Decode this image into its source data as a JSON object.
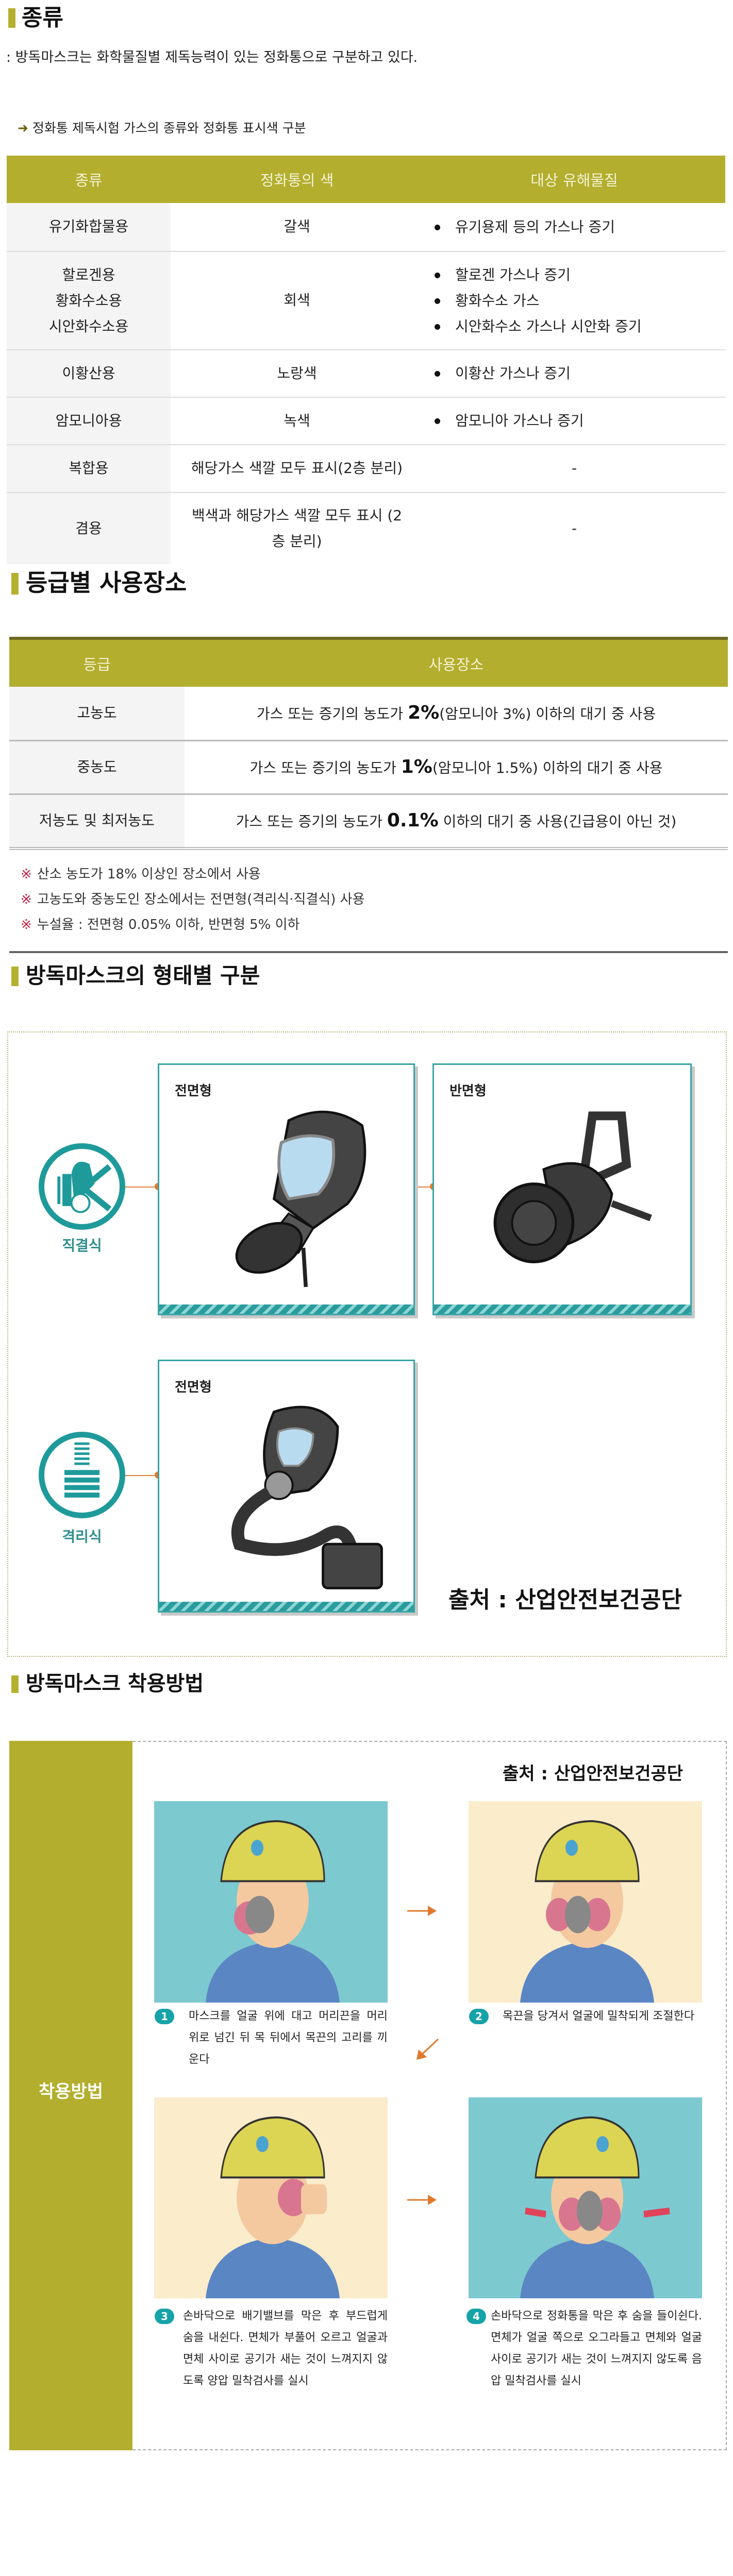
{
  "colors": {
    "accent": "#b3ae2d",
    "teal": "#1f9a9a",
    "orange": "#e07a2e"
  },
  "section1": {
    "title": "종류",
    "intro": ": 방독마스크는 화학물질별 제독능력이 있는 정화통으로 구분하고 있다.",
    "caption_arrow": "➜",
    "caption": "정화통 제독시험 가스의 종류와 정화통 표시색 구분",
    "table": {
      "headers": [
        "종류",
        "정화통의 색",
        "대상 유해물질"
      ],
      "rows": [
        {
          "type": [
            "유기화합물용"
          ],
          "color": "갈색",
          "targets": [
            "유기용제 등의 가스나 증기"
          ]
        },
        {
          "type": [
            "할로겐용",
            "황화수소용",
            "시안화수소용"
          ],
          "color": "회색",
          "targets": [
            "할로겐 가스나 증기",
            "황화수소 가스",
            "시안화수소 가스나 시안화 증기"
          ]
        },
        {
          "type": [
            "이황산용"
          ],
          "color": "노랑색",
          "targets": [
            "이황산 가스나 증기"
          ]
        },
        {
          "type": [
            "암모니아용"
          ],
          "color": "녹색",
          "targets": [
            "암모니아 가스나 증기"
          ]
        },
        {
          "type": [
            "복합용"
          ],
          "color": "해당가스 색깔 모두 표시(2층 분리)",
          "targets": [
            "-"
          ]
        },
        {
          "type": [
            "겸용"
          ],
          "color": "백색과 해당가스 색깔 모두 표시 (2층 분리)",
          "targets": [
            "-"
          ]
        }
      ]
    }
  },
  "section2": {
    "title": "등급별 사용장소",
    "table": {
      "headers": [
        "등급",
        "사용장소"
      ],
      "rows": [
        {
          "grade": "고농도",
          "pre": "가스 또는 증기의 농도가 ",
          "value": "2%",
          "post": "(암모니아 3%) 이하의 대기 중 사용"
        },
        {
          "grade": "중농도",
          "pre": "가스 또는 증기의 농도가 ",
          "value": "1%",
          "post": "(암모니아 1.5%) 이하의 대기 중 사용"
        },
        {
          "grade": "저농도 및 최저농도",
          "pre": "가스 또는 증기의 농도가 ",
          "value": "0.1%",
          "post": " 이하의 대기 중 사용(긴급용이 아닌 것)"
        }
      ]
    },
    "note_mark": "※",
    "notes": [
      "산소 농도가 18% 이상인 장소에서 사용",
      "고농도와 중농도인 장소에서는 전면형(격리식·직결식) 사용",
      "누설율 : 전면형 0.05% 이하, 반면형 5% 이하"
    ]
  },
  "section3": {
    "title": "방독마스크의 형태별 구분",
    "categories": [
      {
        "label": "직결식",
        "icon": "direct-canister-mask-icon"
      },
      {
        "label": "격리식",
        "icon": "separated-canister-icon"
      }
    ],
    "cards": [
      {
        "label": "전면형"
      },
      {
        "label": "반면형"
      },
      {
        "label": "전면형"
      }
    ],
    "source": "출처 : 산업안전보건공단"
  },
  "section4": {
    "title": "방독마스크 착용방법",
    "side_label": "착용방법",
    "source": "출처 : 산업안전보건공단",
    "steps": [
      {
        "num": "1",
        "text": "마스크를 얼굴 위에 대고 머리끈을 머리 위로 넘긴 뒤 목 뒤에서 목끈의 고리를 끼운다"
      },
      {
        "num": "2",
        "text": "목끈을 당겨서 얼굴에 밀착되게 조절한다"
      },
      {
        "num": "3",
        "text": "손바닥으로 배기밸브를 막은 후 부드럽게 숨을 내쉰다. 면체가 부풀어 오르고 얼굴과 면체 사이로 공기가 새는 것이 느껴지지 않도록 양압 밀착검사를 실시"
      },
      {
        "num": "4",
        "text": "손바닥으로 정화통을 막은 후 숨을 들이쉰다. 면체가 얼굴 쪽으로 오그라들고 면체와 얼굴 사이로 공기가 새는 것이 느껴지지 않도록 음압 밀착검사를 실시"
      }
    ]
  }
}
